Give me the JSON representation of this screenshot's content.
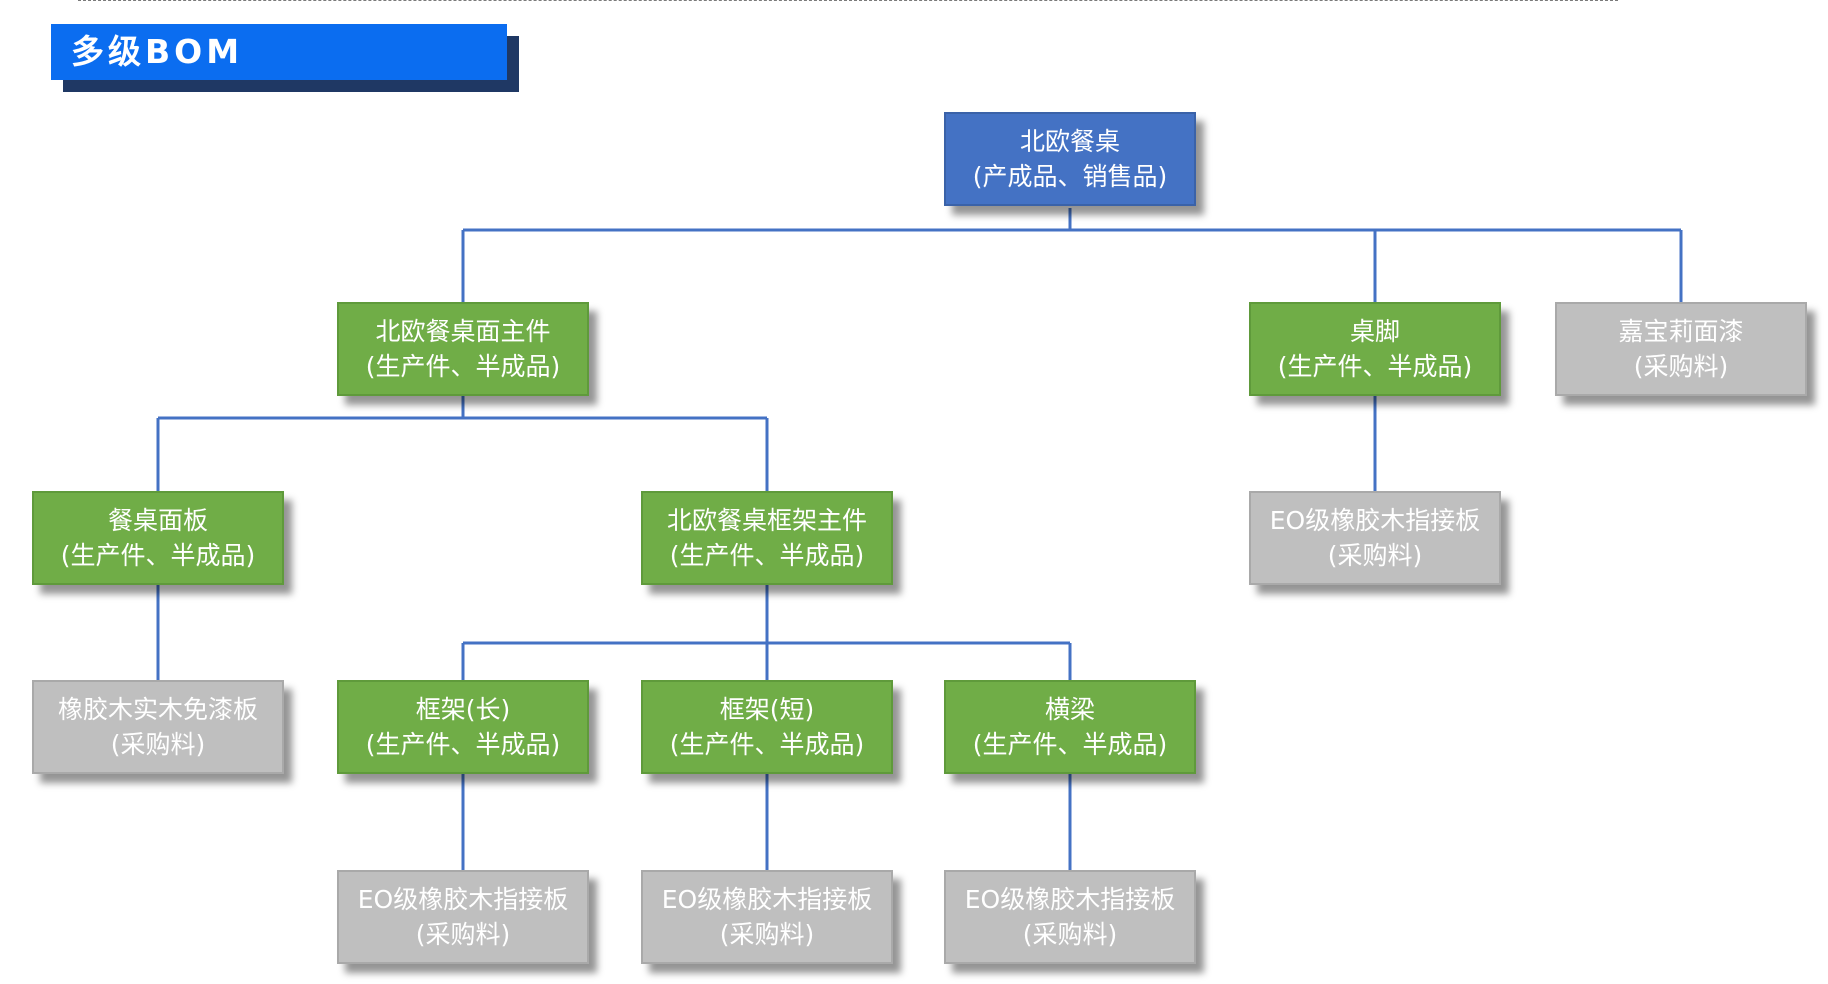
{
  "header": {
    "title": "多级BOM"
  },
  "colors": {
    "product": "#4472c4",
    "semi_finished": "#70ad47",
    "purchased": "#bfbfbf",
    "connector": "#4472c4",
    "title_bg": "#0b6df0"
  },
  "nodes": {
    "root": {
      "name": "北欧餐桌",
      "type": "(产成品、销售品)"
    },
    "top_assembly": {
      "name": "北欧餐桌面主件",
      "type": "(生产件、半成品)"
    },
    "table_leg": {
      "name": "桌脚",
      "type": "(生产件、半成品)"
    },
    "paint": {
      "name": "嘉宝莉面漆",
      "type": "(采购料)"
    },
    "table_board": {
      "name": "餐桌面板",
      "type": "(生产件、半成品)"
    },
    "frame_assembly": {
      "name": "北欧餐桌框架主件",
      "type": "(生产件、半成品)"
    },
    "leg_board": {
      "name": "EO级橡胶木指接板",
      "type": "(采购料)"
    },
    "rubberwood_board": {
      "name": "橡胶木实木免漆板",
      "type": "(采购料)"
    },
    "frame_long": {
      "name": "框架(长)",
      "type": "(生产件、半成品)"
    },
    "frame_short": {
      "name": "框架(短)",
      "type": "(生产件、半成品)"
    },
    "crossbeam": {
      "name": "横梁",
      "type": "(生产件、半成品)"
    },
    "frame_long_board": {
      "name": "EO级橡胶木指接板",
      "type": "(采购料)"
    },
    "frame_short_board": {
      "name": "EO级橡胶木指接板",
      "type": "(采购料)"
    },
    "crossbeam_board": {
      "name": "EO级橡胶木指接板",
      "type": "(采购料)"
    }
  }
}
